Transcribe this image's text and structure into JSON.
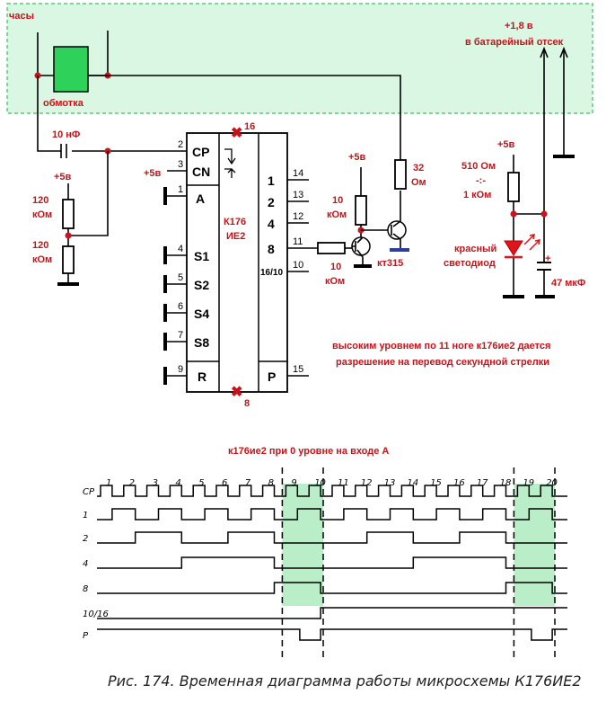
{
  "schematic": {
    "labels": {
      "clock": "часы",
      "coil": "обмотка",
      "cap_10nf": "10 нФ",
      "plus5_a": "+5в",
      "r120_1a": "120",
      "r120_1b": "кОм",
      "r120_2a": "120",
      "r120_2b": "кОм",
      "plus5_b": "+5в",
      "pin16": "16",
      "pin8": "8",
      "chip_name_1": "К176",
      "chip_name_2": "ИЕ2",
      "plus5_c": "+5в",
      "r10a_1": "10",
      "r10a_2": "кОм",
      "r10b_1": "10",
      "r10b_2": "кОм",
      "r32_1": "32",
      "r32_2": "Ом",
      "transistor": "кт315",
      "battery_1": "+1,8 в",
      "battery_2": "в батарейный отсек",
      "plus5_d": "+5в",
      "r510_1": "510  Ом",
      "r510_2": "-:-",
      "r510_3": "1 кОм",
      "led_1": "красный",
      "led_2": "светодиод",
      "cap_47": "47 мкФ",
      "note_1": "высоким уровнем по 11 ноге к176ие2  дается",
      "note_2": "разрешение на перевод секундной стрелки"
    },
    "chip_left_pins": [
      {
        "num": "2",
        "name": "CP"
      },
      {
        "num": "3",
        "name": "CN"
      },
      {
        "num": "1",
        "name": "A"
      },
      {
        "num": "4",
        "name": "S1"
      },
      {
        "num": "5",
        "name": "S2"
      },
      {
        "num": "6",
        "name": "S4"
      },
      {
        "num": "7",
        "name": "S8"
      },
      {
        "num": "9",
        "name": "R"
      }
    ],
    "chip_right_pins": [
      {
        "num": "14",
        "name": "1"
      },
      {
        "num": "13",
        "name": "2"
      },
      {
        "num": "12",
        "name": "4"
      },
      {
        "num": "11",
        "name": "8"
      },
      {
        "num": "10",
        "name": "16/10"
      },
      {
        "num": "15",
        "name": "P"
      }
    ]
  },
  "timing": {
    "title": "к176ие2  при 0 уровне на входе А",
    "caption": "Рис. 174. Временная диаграмма работы микросхемы К176ИЕ2",
    "clock_numbers": [
      "1",
      "2",
      "3",
      "4",
      "5",
      "6",
      "7",
      "8",
      "9",
      "10",
      "11",
      "12",
      "13",
      "14",
      "15",
      "16",
      "17",
      "18",
      "19",
      "20"
    ],
    "signals": [
      "CP",
      "1",
      "2",
      "4",
      "8",
      "10/16",
      "P"
    ],
    "highlight_color": "#b9eec9"
  }
}
